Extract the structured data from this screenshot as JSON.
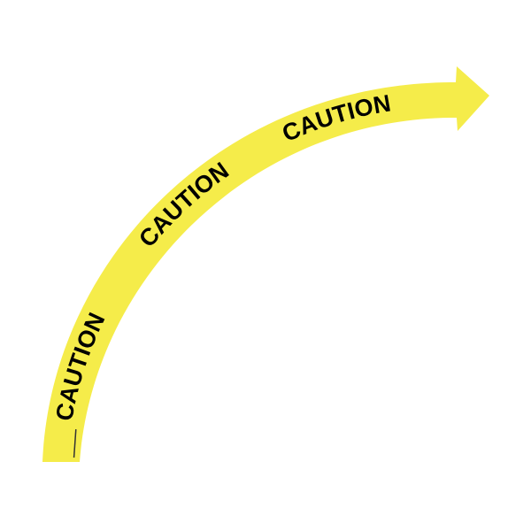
{
  "arrow": {
    "color": "#F5EC4A",
    "text_color": "#000000",
    "labels": [
      "CAUTION",
      "CAUTION",
      "CAUTION"
    ]
  }
}
